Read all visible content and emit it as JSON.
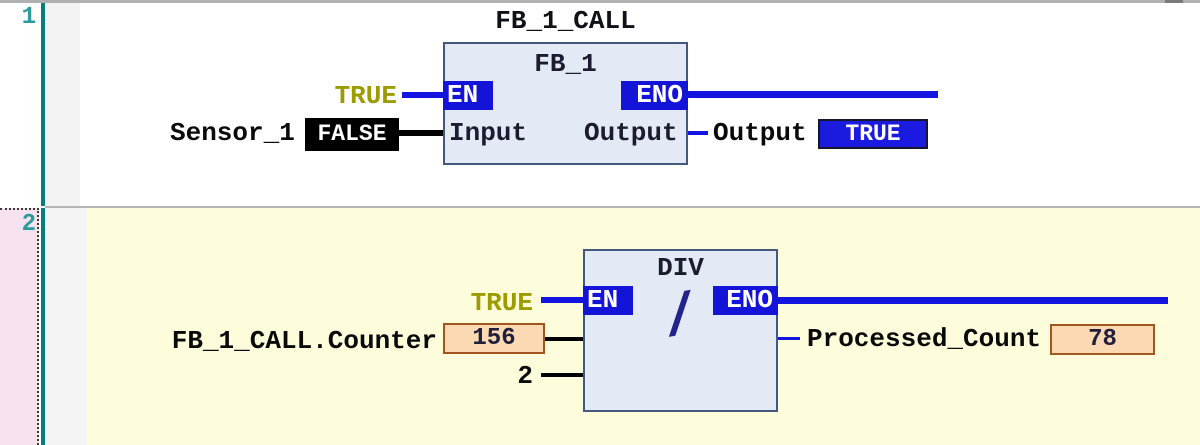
{
  "editor": {
    "kind": "FBD network editor",
    "colors": {
      "rail_teal": "#077e7e",
      "line_number_teal": "#2b9b9b",
      "selected_gutter_pink": "#f7e3ef",
      "network2_background_yellow": "#fdfcdb",
      "gutter_gray": "#f3f3f3",
      "block_fill": "#e3e9f5",
      "block_border": "#44587e",
      "en_eno_blue": "#1414d8",
      "wire_blue": "#1414e0",
      "wire_black": "#000000",
      "operand_olive": "#9c9c00",
      "monitor_true_blue": "#1b1be0",
      "monitor_false_black": "#000000",
      "monitor_peach_fill": "#fbd9b2",
      "monitor_peach_border": "#a0561e"
    }
  },
  "network1": {
    "number": "1",
    "title": "FB_1_CALL",
    "block_name": "FB_1",
    "en_label": "EN",
    "eno_label": "ENO",
    "pin_input": "Input",
    "pin_output": "Output",
    "en_operand_value": "TRUE",
    "input_operand": "Sensor_1",
    "input_monitor_value": "FALSE",
    "output_operand": "Output",
    "output_monitor_value": "TRUE"
  },
  "network2": {
    "number": "2",
    "selected": true,
    "block_name": "DIV",
    "operator_symbol": "/",
    "en_label": "EN",
    "eno_label": "ENO",
    "en_operand_value": "TRUE",
    "dividend_operand": "FB_1_CALL.Counter",
    "dividend_monitor_value": "156",
    "divisor_constant": "2",
    "output_operand": "Processed_Count",
    "output_monitor_value": "78"
  }
}
